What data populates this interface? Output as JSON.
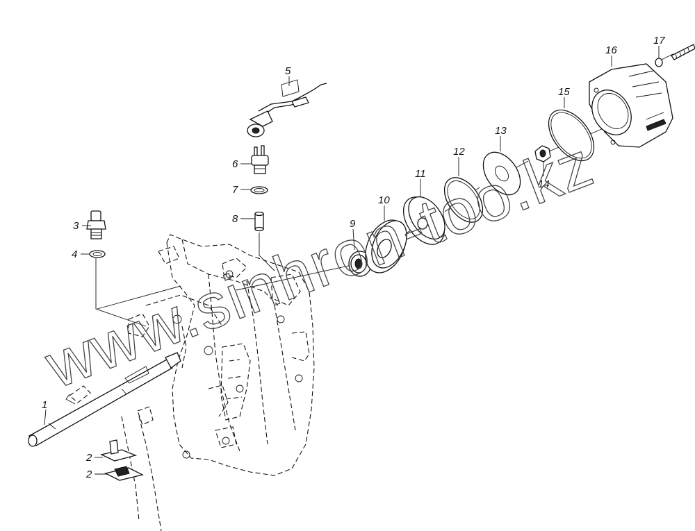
{
  "watermark": "www.sinhron-too.kz",
  "callouts": [
    {
      "n": "1"
    },
    {
      "n": "2"
    },
    {
      "n": "2"
    },
    {
      "n": "3"
    },
    {
      "n": "4"
    },
    {
      "n": "5"
    },
    {
      "n": "6"
    },
    {
      "n": "7"
    },
    {
      "n": "8"
    },
    {
      "n": "9"
    },
    {
      "n": "10"
    },
    {
      "n": "11"
    },
    {
      "n": "12"
    },
    {
      "n": "13"
    },
    {
      "n": "14"
    },
    {
      "n": "15"
    },
    {
      "n": "16"
    },
    {
      "n": "17"
    }
  ]
}
